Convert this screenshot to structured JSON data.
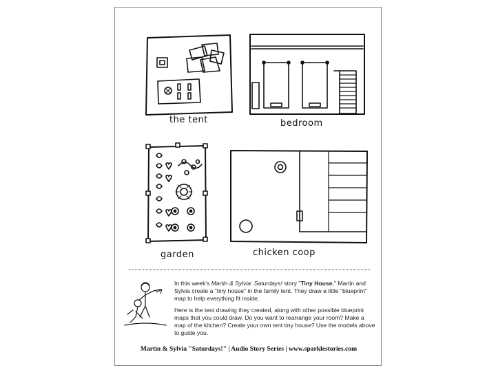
{
  "labels": {
    "tent": "the tent",
    "bedroom": "bedroom",
    "garden": "garden",
    "coop": "chicken coop"
  },
  "story": {
    "p1_pre": "In this week's ",
    "p1_series": "Martin & Sylvia: Saturdays!",
    "p1_mid": " story \"",
    "p1_title": "Tiny House",
    "p1_post": ",\" Martin and Sylvia create a \"tiny house\" in the family tent. They draw a little \"blueprint\" map to help everything fit inside.",
    "p2": "Here is the tent drawing they created, along with other possible blueprint maps that you could draw. Do you want to rearrange your room? Make a map of the kitchen? Create your own tent tiny house? Use the models above to guide you."
  },
  "footer": "Martin & Sylvia \"Saturdays!\" | Audio Story Series | www.sparklestories.com"
}
